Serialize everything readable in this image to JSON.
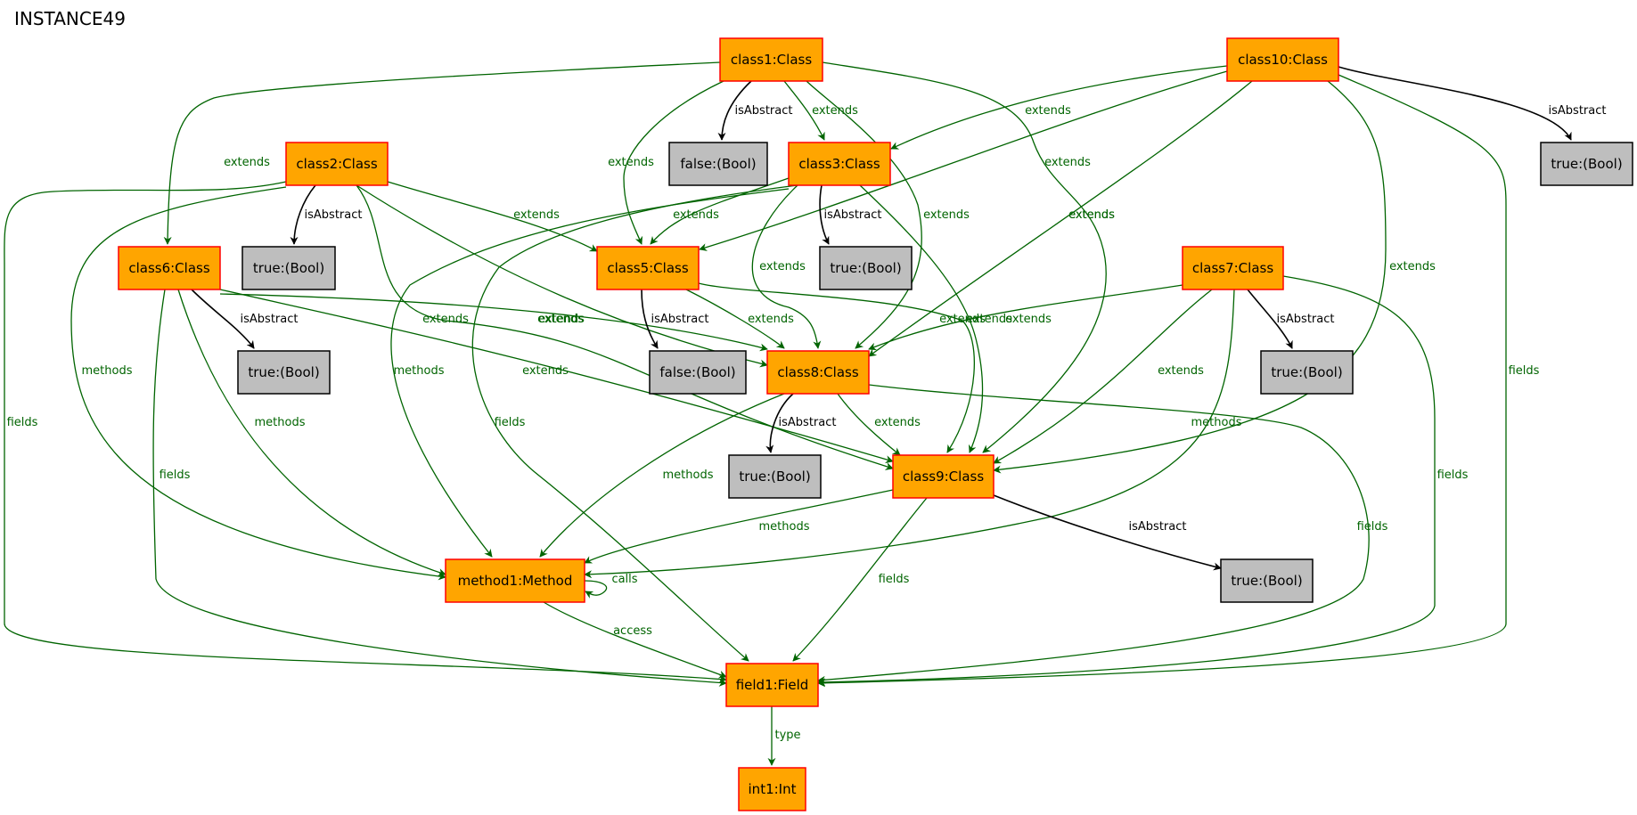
{
  "title": "INSTANCE49",
  "colors": {
    "object_fill": "#ffa500",
    "object_stroke": "#ff0000",
    "value_fill": "#bebebe",
    "value_stroke": "#000000",
    "edge_link": "#006400",
    "edge_attr": "#000000"
  },
  "nodes": {
    "class1": {
      "label": "class1:Class",
      "kind": "object"
    },
    "class10": {
      "label": "class10:Class",
      "kind": "object"
    },
    "class2": {
      "label": "class2:Class",
      "kind": "object"
    },
    "class3": {
      "label": "class3:Class",
      "kind": "object"
    },
    "class5": {
      "label": "class5:Class",
      "kind": "object"
    },
    "class6": {
      "label": "class6:Class",
      "kind": "object"
    },
    "class7": {
      "label": "class7:Class",
      "kind": "object"
    },
    "class8": {
      "label": "class8:Class",
      "kind": "object"
    },
    "class9": {
      "label": "class9:Class",
      "kind": "object"
    },
    "method1": {
      "label": "method1:Method",
      "kind": "object"
    },
    "field1": {
      "label": "field1:Field",
      "kind": "object"
    },
    "int1": {
      "label": "int1:Int",
      "kind": "object"
    },
    "bool_c1": {
      "label": "false:(Bool)",
      "kind": "value"
    },
    "bool_c10": {
      "label": "true:(Bool)",
      "kind": "value"
    },
    "bool_c2": {
      "label": "true:(Bool)",
      "kind": "value"
    },
    "bool_c3": {
      "label": "true:(Bool)",
      "kind": "value"
    },
    "bool_c6": {
      "label": "true:(Bool)",
      "kind": "value"
    },
    "bool_c5": {
      "label": "false:(Bool)",
      "kind": "value"
    },
    "bool_c7": {
      "label": "true:(Bool)",
      "kind": "value"
    },
    "bool_c8": {
      "label": "true:(Bool)",
      "kind": "value"
    },
    "bool_c9": {
      "label": "true:(Bool)",
      "kind": "value"
    }
  },
  "edges": {
    "c1_isAbstract": {
      "label": "isAbstract",
      "kind": "attr"
    },
    "c1_ext_c3": {
      "label": "extends",
      "kind": "link"
    },
    "c1_ext_c6": {
      "label": "extends",
      "kind": "link"
    },
    "c1_ext_c5": {
      "label": "extends",
      "kind": "link"
    },
    "c1_ext_c8": {
      "label": "extends",
      "kind": "link"
    },
    "c1_ext_c9": {
      "label": "extends",
      "kind": "link"
    },
    "c10_isAbstract": {
      "label": "isAbstract",
      "kind": "attr"
    },
    "c10_ext_c3": {
      "label": "extends",
      "kind": "link"
    },
    "c10_ext_c5": {
      "label": "extends",
      "kind": "link"
    },
    "c10_ext_c8": {
      "label": "extends",
      "kind": "link"
    },
    "c10_ext_c9": {
      "label": "extends",
      "kind": "link"
    },
    "c10_fields": {
      "label": "fields",
      "kind": "link"
    },
    "c2_isAbstract": {
      "label": "isAbstract",
      "kind": "attr"
    },
    "c2_ext_c5": {
      "label": "extends",
      "kind": "link"
    },
    "c2_ext_c8a": {
      "label": "extends",
      "kind": "link"
    },
    "c2_ext_c9": {
      "label": "extends",
      "kind": "link"
    },
    "c2_methods": {
      "label": "methods",
      "kind": "link"
    },
    "c2_fields": {
      "label": "fields",
      "kind": "link"
    },
    "c3_isAbstract": {
      "label": "isAbstract",
      "kind": "attr"
    },
    "c3_ext_c5": {
      "label": "extends",
      "kind": "link"
    },
    "c3_ext_c8": {
      "label": "extends",
      "kind": "link"
    },
    "c3_ext_c9": {
      "label": "extends",
      "kind": "link"
    },
    "c3_methods": {
      "label": "methods",
      "kind": "link"
    },
    "c3_fields": {
      "label": "fields",
      "kind": "link"
    },
    "c6_isAbstract": {
      "label": "isAbstract",
      "kind": "attr"
    },
    "c6_ext_c8": {
      "label": "extends",
      "kind": "link"
    },
    "c6_ext_c9": {
      "label": "extends",
      "kind": "link"
    },
    "c6_methods": {
      "label": "methods",
      "kind": "link"
    },
    "c6_fields": {
      "label": "fields",
      "kind": "link"
    },
    "c5_isAbstract": {
      "label": "isAbstract",
      "kind": "attr"
    },
    "c5_ext_c8": {
      "label": "extends",
      "kind": "link"
    },
    "c5_ext_c9": {
      "label": "extends",
      "kind": "link"
    },
    "c7_isAbstract": {
      "label": "isAbstract",
      "kind": "attr"
    },
    "c7_ext_c8": {
      "label": "extends",
      "kind": "link"
    },
    "c7_ext_c9": {
      "label": "extends",
      "kind": "link"
    },
    "c7_methods": {
      "label": "methods",
      "kind": "link"
    },
    "c7_fields": {
      "label": "fields",
      "kind": "link"
    },
    "c8_isAbstract": {
      "label": "isAbstract",
      "kind": "attr"
    },
    "c8_ext_c9": {
      "label": "extends",
      "kind": "link"
    },
    "c8_methods": {
      "label": "methods",
      "kind": "link"
    },
    "c8_fields": {
      "label": "fields",
      "kind": "link"
    },
    "c9_isAbstract": {
      "label": "isAbstract",
      "kind": "attr"
    },
    "c9_methods": {
      "label": "methods",
      "kind": "link"
    },
    "c9_fields": {
      "label": "fields",
      "kind": "link"
    },
    "m1_calls": {
      "label": "calls",
      "kind": "link"
    },
    "m1_access": {
      "label": "access",
      "kind": "link"
    },
    "f1_type": {
      "label": "type",
      "kind": "link"
    }
  }
}
